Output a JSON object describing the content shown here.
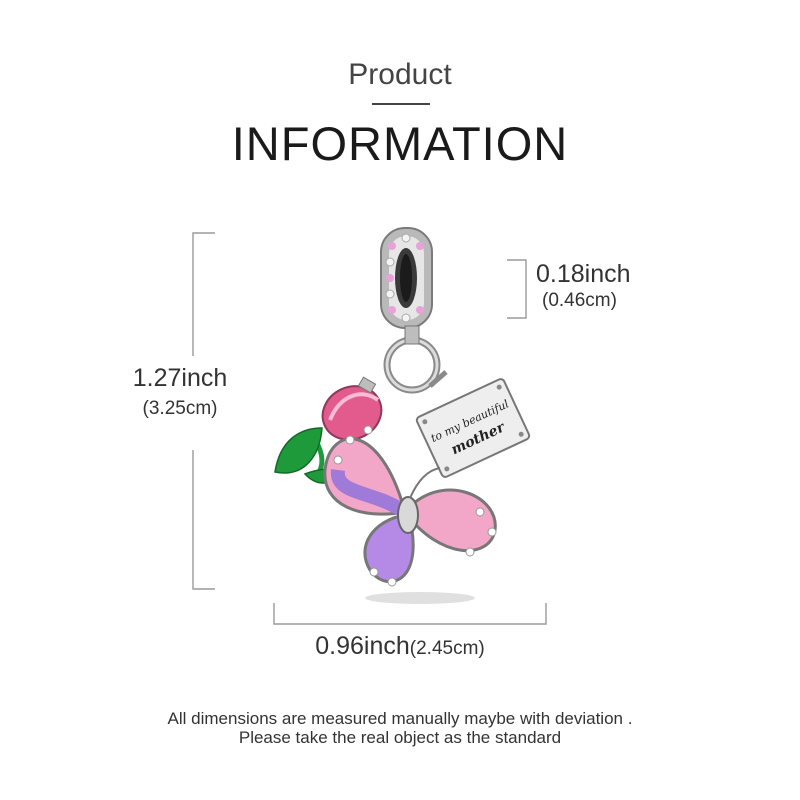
{
  "header": {
    "small_title": "Product",
    "big_title": "INFORMATION"
  },
  "dimensions": {
    "height_inch": "1.27inch",
    "height_cm": "(3.25cm)",
    "size_inch": "0.18inch",
    "size_cm": "(0.46cm)",
    "width_inch": "0.96inch",
    "width_cm": "(2.45cm)"
  },
  "tag": {
    "line1": "to my beautiful",
    "line2": "mother"
  },
  "footer": {
    "line1": "All dimensions are measured manually maybe with deviation .",
    "line2": "Please take the real object as the standard"
  },
  "colors": {
    "silver": "#c8c8c8",
    "pink": "#f2a7c8",
    "purple": "#a07ad8",
    "green": "#1f9a3a",
    "rose": "#e35a8c"
  }
}
